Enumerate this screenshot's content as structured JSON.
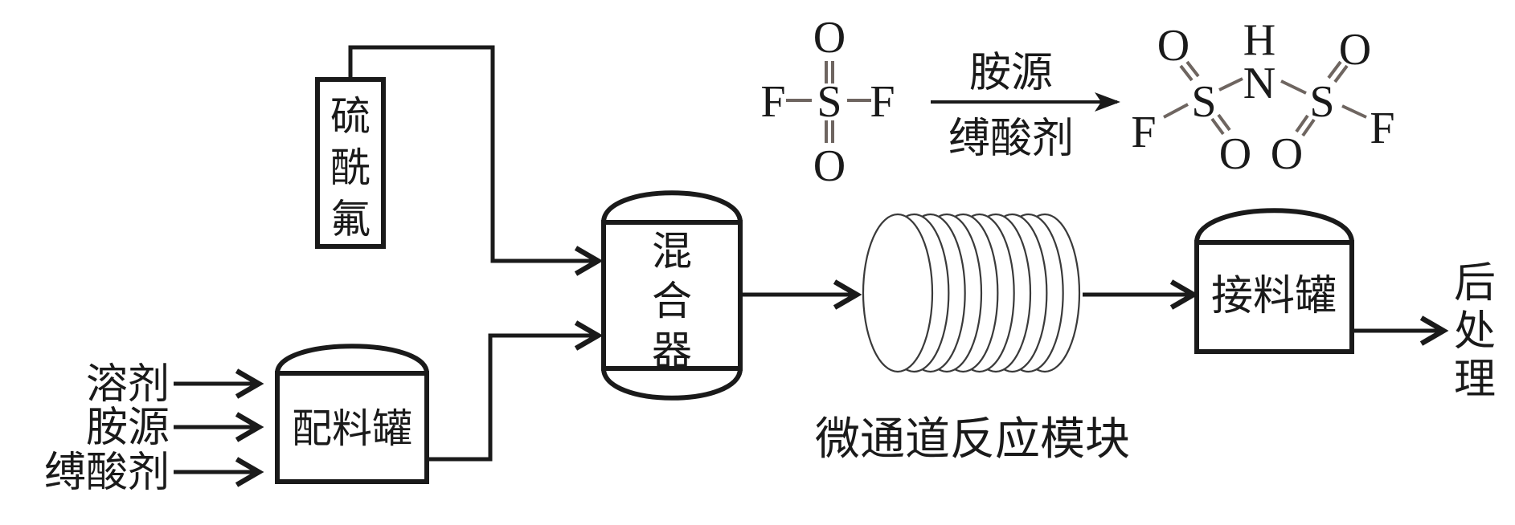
{
  "diagram": {
    "title": "Microchannel synthesis of HFSI process flow",
    "colors": {
      "line": "#1a1a1a",
      "bond": "#6e6560",
      "background": "#ffffff"
    },
    "feeds": {
      "solvent": "溶剂",
      "amine_source": "胺源",
      "acid_binder": "缚酸剂"
    },
    "units": {
      "sulfuryl_fluoride": [
        "硫",
        "酰",
        "氟"
      ],
      "mixing_tank": "配料罐",
      "mixer": [
        "混",
        "合",
        "器"
      ],
      "microchannel_label": "微通道反应模块",
      "receiving_tank": "接料罐",
      "post_treatment": [
        "后",
        "处",
        "理"
      ]
    },
    "reaction": {
      "reactant": {
        "central": "S",
        "top": "O",
        "bottom": "O",
        "left": "F",
        "right": "F"
      },
      "condition_above": "胺源",
      "condition_below": "缚酸剂",
      "product": {
        "h": "H",
        "n": "N",
        "s1": "S",
        "s2": "S",
        "o1_top": "O",
        "o1_bottom": "O",
        "o2_top": "O",
        "o2_bottom": "O",
        "f1": "F",
        "f2": "F"
      }
    },
    "coil_turns": 10
  }
}
